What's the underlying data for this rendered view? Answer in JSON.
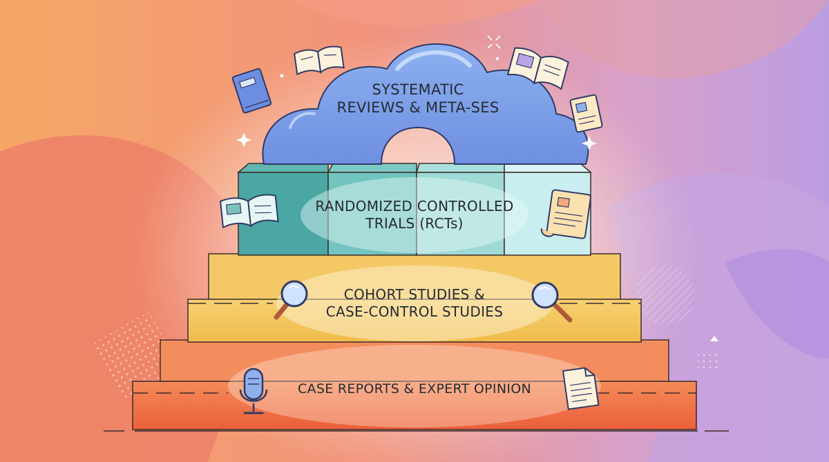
{
  "tiers": {
    "top": {
      "line1": "SYSTEMATIC",
      "line2": "REVIEWS & META-SES"
    },
    "rcts": {
      "line1": "RANDOMIZED CONTROLLED",
      "line2": "TRIALS (RCTs)"
    },
    "cohort": {
      "line1": "COHORT STUDIES &",
      "line2": "CASE-CONTROL STUDIES"
    },
    "base": {
      "line1": "CASE REPORTS & EXPERT OPINION"
    }
  },
  "colors": {
    "cloud": "#7a9fe6",
    "rct_dark": "#4aa7a3",
    "rct_light": "#c9eef0",
    "cohort": "#f2c35a",
    "base": "#ee6a44",
    "background_left": "#f7a668",
    "background_right": "#b89be0"
  },
  "icons": [
    "book-icon",
    "open-book-icon",
    "scroll-icon",
    "magnifier-icon",
    "microphone-icon",
    "document-icon",
    "sparkle-icon"
  ]
}
